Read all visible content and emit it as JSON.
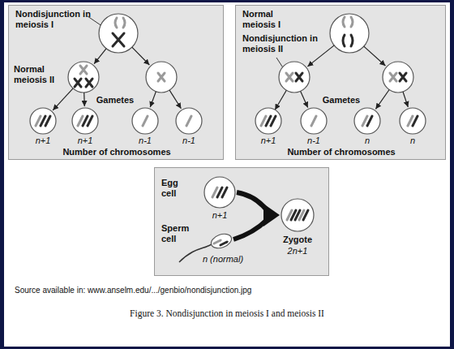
{
  "diagram": {
    "caption": "Figure 3. Nondisjunction in meiosis I and meiosis II",
    "nodes": [
      {
        "text": [
          "Nondisjunction in meiosis I",
          "Normal meiosis II",
          "Gametes",
          "n+1",
          "n+1",
          "n-1",
          "n-1",
          "Number of chromosomes"
        ]
      },
      {
        "text": [
          "Normal meiosis I",
          "Nondisjunction in meiosis II",
          "Gametes",
          "n+1",
          "n-1",
          "n",
          "n",
          "Number of chromosomes"
        ]
      },
      {
        "text": [
          "Egg cell",
          "n+1",
          "Sperm cell",
          "n (normal)",
          "Zygote",
          "2n+1"
        ]
      }
    ],
    "labels": [
      "Source available in: www.anselm.edu/.../genbio/nondisjunction.jpg"
    ]
  }
}
